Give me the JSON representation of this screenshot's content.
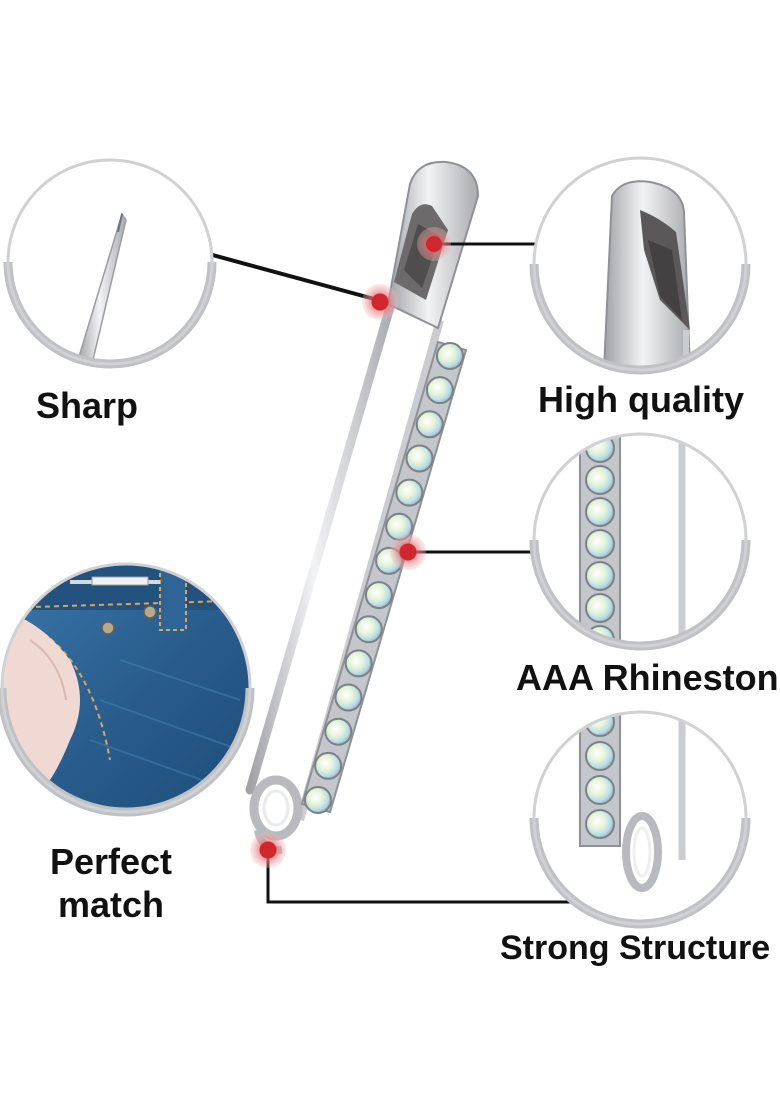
{
  "features": {
    "sharp": "Sharp",
    "high_quality": "High quality",
    "rhinestone": "AAA Rhinestone",
    "structure": "Strong Structure",
    "match_line1": "Perfect",
    "match_line2": "match"
  },
  "colors": {
    "metal": "#d4d6d9",
    "metal_dark": "#9a9ca0",
    "callout_dot": "#d0262d",
    "leader_line": "#111111",
    "denim": "#2a5e8f"
  },
  "icons": [
    "safety-pin-brooch",
    "rhinestone-stones",
    "denim-jeans"
  ]
}
